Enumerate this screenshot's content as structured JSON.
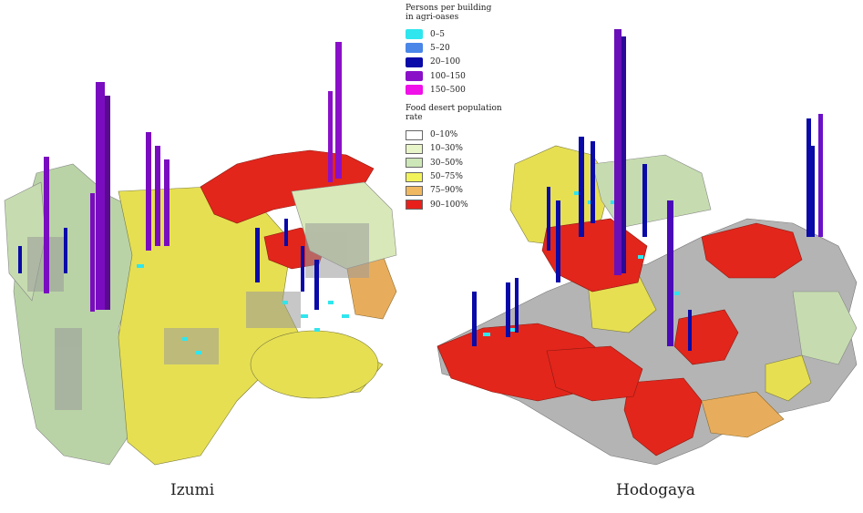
{
  "legend_persons": {
    "title_line1": "Persons per building",
    "title_line2": "in agri-oases",
    "items": [
      {
        "label": "0–5",
        "color": "#2fe6ee"
      },
      {
        "label": "5–20",
        "color": "#4a86e8"
      },
      {
        "label": "20–100",
        "color": "#0a0aa8"
      },
      {
        "label": "100–150",
        "color": "#8a10c8"
      },
      {
        "label": "150–500",
        "color": "#f010e8"
      }
    ]
  },
  "legend_food": {
    "title": "Food desert population rate",
    "items": [
      {
        "label": "0–10%",
        "color": "#ffffff"
      },
      {
        "label": "10–30%",
        "color": "#e8f5c8"
      },
      {
        "label": "30–50%",
        "color": "#cde7b8"
      },
      {
        "label": "50–75%",
        "color": "#f2f25a"
      },
      {
        "label": "75–90%",
        "color": "#f0b860"
      },
      {
        "label": "90–100%",
        "color": "#e8201c"
      }
    ]
  },
  "maps": {
    "left_caption": "Izumi",
    "right_caption": "Hodogaya"
  }
}
